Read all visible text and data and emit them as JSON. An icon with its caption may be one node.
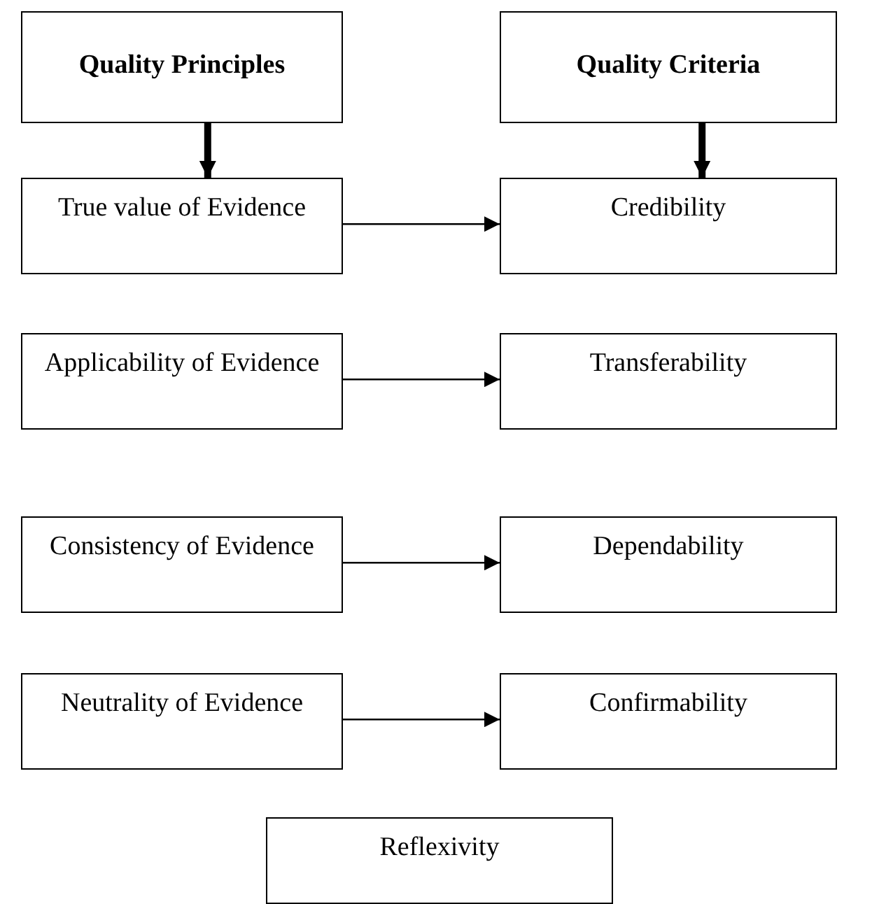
{
  "diagram": {
    "nodes": [
      {
        "text": [
          "Quality Principles"
        ]
      },
      {
        "text": [
          "Quality Criteria"
        ]
      },
      {
        "text": [
          "True value of Evidence"
        ]
      },
      {
        "text": [
          "Credibility"
        ]
      },
      {
        "text": [
          "Applicability of Evidence"
        ]
      },
      {
        "text": [
          "Transferability"
        ]
      },
      {
        "text": [
          "Consistency of Evidence"
        ]
      },
      {
        "text": [
          "Dependability"
        ]
      },
      {
        "text": [
          "Neutrality of Evidence"
        ]
      },
      {
        "text": [
          "Confirmability"
        ]
      },
      {
        "text": [
          "Reflexivity"
        ]
      }
    ],
    "edges": [
      {
        "from": 0,
        "to": 2,
        "arrow": "to",
        "style": "thick"
      },
      {
        "from": 1,
        "to": 3,
        "arrow": "to",
        "style": "thick"
      },
      {
        "from": 2,
        "to": 3,
        "arrow": "to"
      },
      {
        "from": 4,
        "to": 5,
        "arrow": "to"
      },
      {
        "from": 6,
        "to": 7,
        "arrow": "to"
      },
      {
        "from": 8,
        "to": 9,
        "arrow": "to"
      }
    ]
  }
}
